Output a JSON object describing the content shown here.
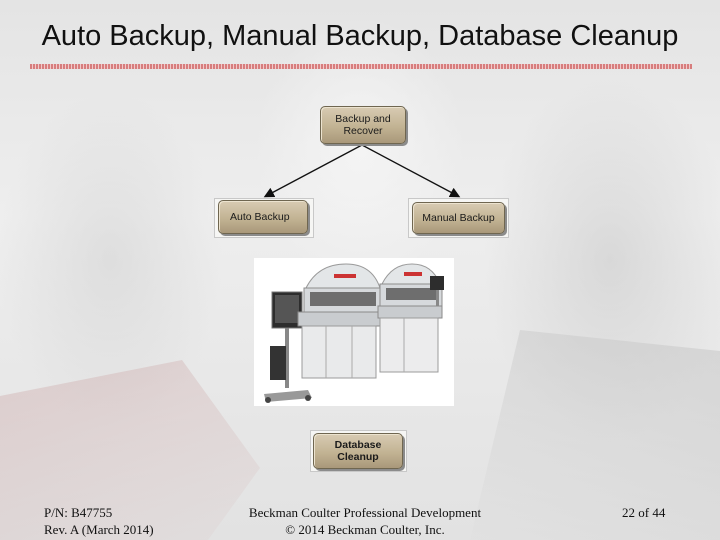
{
  "slide": {
    "title": "Auto Backup, Manual Backup, Database Cleanup"
  },
  "buttons": {
    "backup_recover": "Backup and\nRecover",
    "auto_backup": "Auto Backup",
    "manual_backup": "Manual Backup",
    "database_cleanup": "Database\nCleanup"
  },
  "footer": {
    "part_number": "P/N: B47755",
    "revision": "Rev. A (March 2014)",
    "company_line": "Beckman Coulter Professional Development",
    "copyright": "© 2014 Beckman Coulter, Inc.",
    "page": "22 of 44"
  },
  "colors": {
    "button_face": "#c2b393",
    "title_rule": "#d46a6a"
  }
}
